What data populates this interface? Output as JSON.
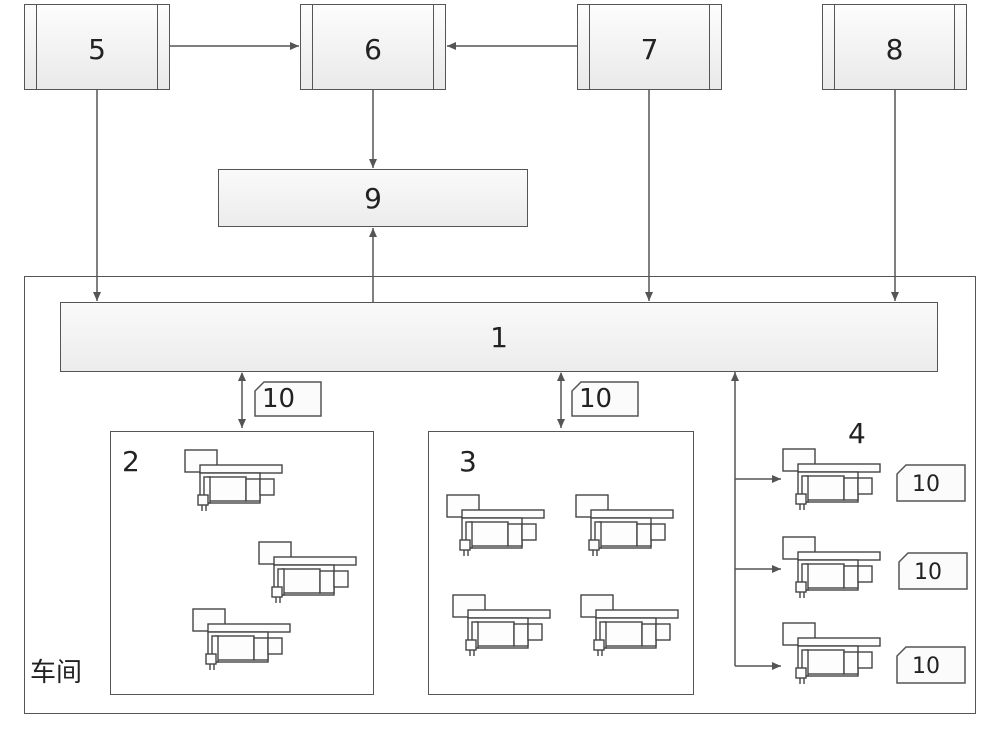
{
  "top_boxes": {
    "b5": "5",
    "b6": "6",
    "b7": "7",
    "b8": "8"
  },
  "box9": "9",
  "box1": "1",
  "region2": "2",
  "region3": "3",
  "label4": "4",
  "link_tag": "10",
  "workshop_label": "车间",
  "colors": {
    "stroke": "#555555",
    "fill_top": "#fafafa",
    "fill_bottom": "#ececec"
  },
  "icons": {
    "machine": "machine-tool-icon"
  }
}
